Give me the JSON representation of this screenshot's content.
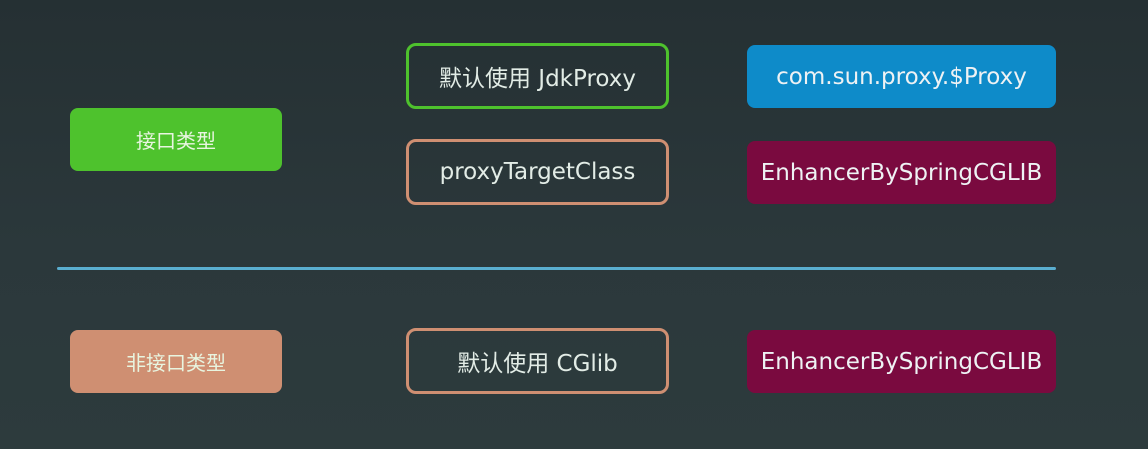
{
  "colors": {
    "interface_green": "#4ec22d",
    "non_interface_salmon": "#cf8f72",
    "jdk_proxy_blue": "#0e8bc9",
    "cglib_maroon": "#7a0a3f",
    "jdk_border_green": "#4ec22d",
    "salmon_border": "#cf8f72",
    "divider_blue": "#5aaed0"
  },
  "interface_section": {
    "category_label": "接口类型",
    "default_option": "默认使用 JdkProxy",
    "default_result": "com.sun.proxy.$Proxy",
    "alt_option": "proxyTargetClass",
    "alt_result": "EnhancerBySpringCGLIB"
  },
  "non_interface_section": {
    "category_label": "非接口类型",
    "default_option": "默认使用 CGlib",
    "default_result": "EnhancerBySpringCGLIB"
  }
}
